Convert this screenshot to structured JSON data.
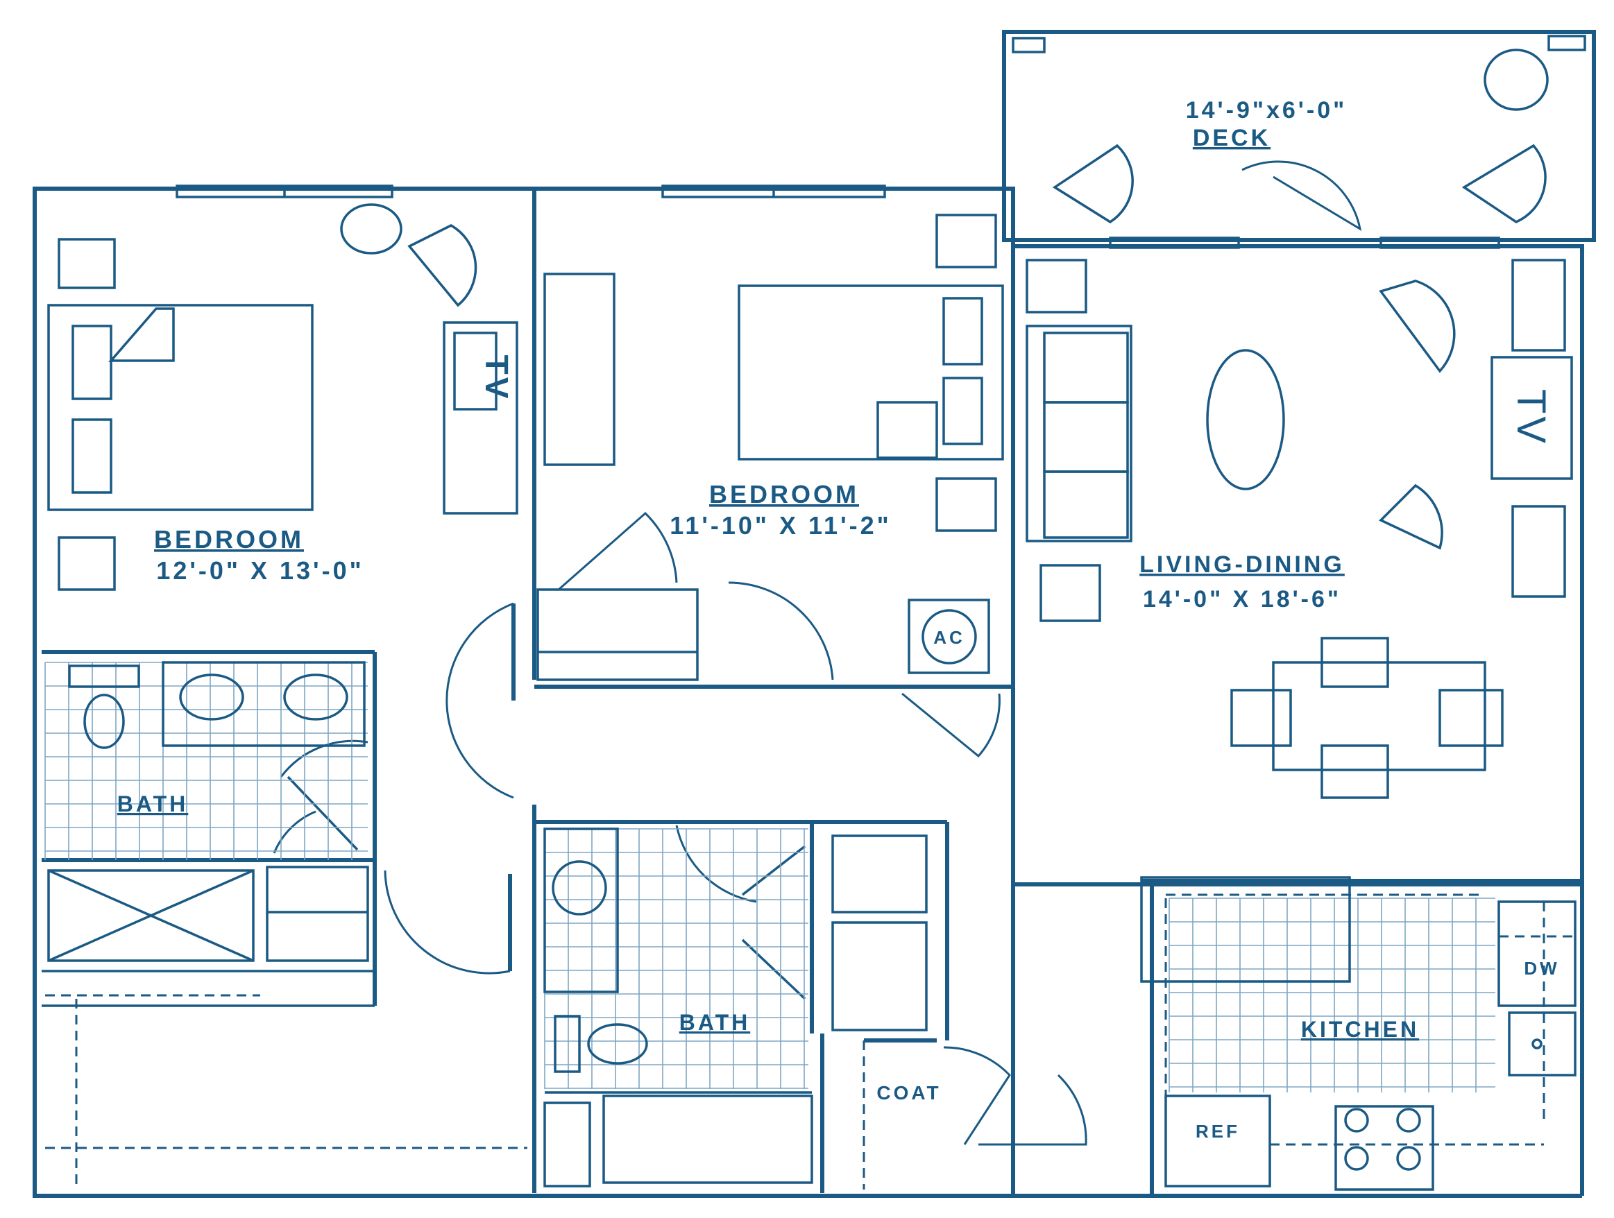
{
  "rooms": {
    "bedroom_left": {
      "name": "BEDROOM",
      "dims": "12'-0\" X 13'-0\""
    },
    "bedroom_center": {
      "name": "BEDROOM",
      "dims": "11'-10\" X 11'-2\""
    },
    "living_dining": {
      "name": "LIVING-DINING",
      "dims": "14'-0\" X 18'-6\""
    },
    "deck": {
      "name": "DECK",
      "dims": "14'-9\"x6'-0\""
    },
    "bath_left": {
      "name": "BATH"
    },
    "bath_center": {
      "name": "BATH"
    },
    "kitchen": {
      "name": "KITCHEN"
    },
    "coat": {
      "name": "COAT"
    }
  },
  "fixtures": {
    "tv_bedroom": "TV",
    "tv_living": "TV",
    "ac": "AC",
    "dishwasher": "DW",
    "refrigerator": "REF"
  },
  "colors": {
    "line": "#1a5a84",
    "tile": "#7fa6c3",
    "background": "#ffffff"
  }
}
